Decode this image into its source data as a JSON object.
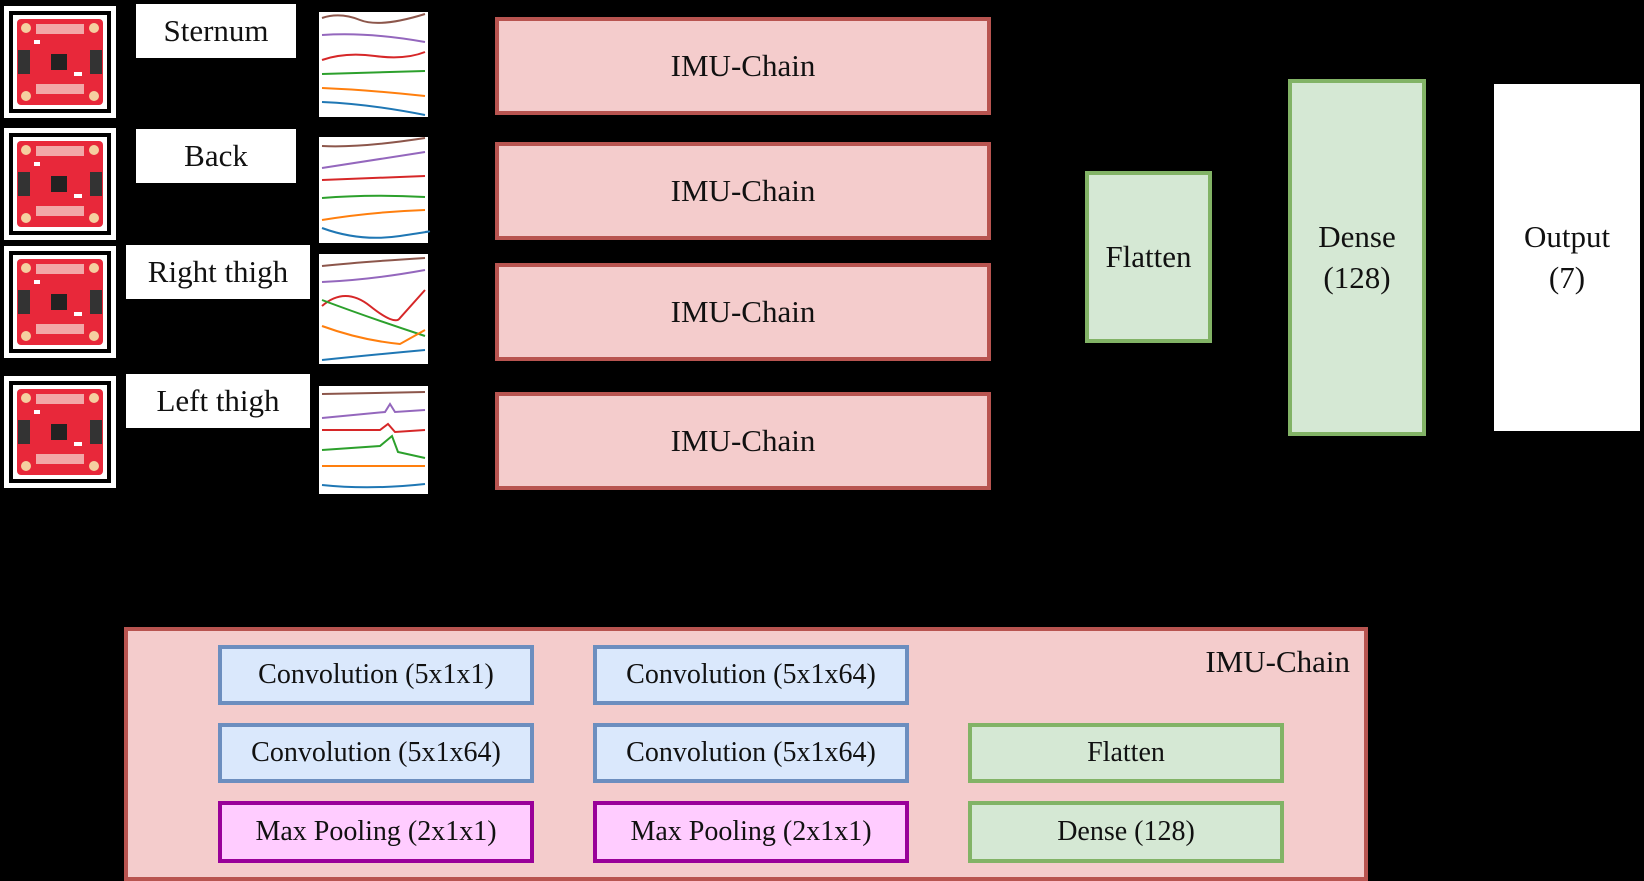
{
  "sensors": [
    {
      "label": "Sternum"
    },
    {
      "label": "Back"
    },
    {
      "label": "Right thigh"
    },
    {
      "label": "Left thigh"
    }
  ],
  "chains": [
    "IMU-Chain",
    "IMU-Chain",
    "IMU-Chain",
    "IMU-Chain"
  ],
  "flatten": "Flatten",
  "dense": {
    "line1": "Dense",
    "line2": "(128)"
  },
  "output": {
    "line1": "Output",
    "line2": "(7)"
  },
  "detail": {
    "title": "IMU-Chain",
    "col1": [
      "Convolution (5x1x1)",
      "Convolution (5x1x64)",
      "Max Pooling (2x1x1)"
    ],
    "col2": [
      "Convolution (5x1x64)",
      "Convolution (5x1x64)",
      "Max Pooling (2x1x1)"
    ],
    "col3": [
      "Flatten",
      "Dense (128)"
    ]
  },
  "colors": {
    "chain_fill": "#f4cccc",
    "chain_stroke": "#b85450",
    "green_fill": "#d5e8d4",
    "green_stroke": "#82b366",
    "blue_fill": "#dae8fc",
    "blue_stroke": "#6c8ebf",
    "pink_fill": "#ffccff",
    "pink_stroke": "#990099",
    "board": "#e8283a"
  }
}
